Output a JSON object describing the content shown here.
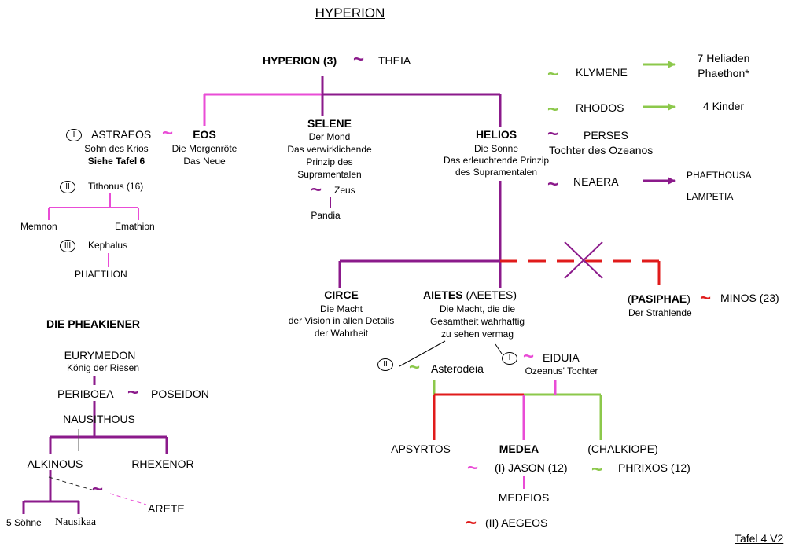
{
  "colors": {
    "purple": "#8b1a8b",
    "magenta": "#e94cd6",
    "green": "#8cc84b",
    "red": "#e01b1b"
  },
  "title": "HYPERION",
  "tilde": "~",
  "top": {
    "hyperion": "HYPERION (3)",
    "theia": "THEIA"
  },
  "eos": {
    "name": "EOS",
    "desc1": "Die Morgenröte",
    "desc2": "Das Neue"
  },
  "selene": {
    "name": "SELENE",
    "d1": "Der Mond",
    "d2": "Das verwirklichende",
    "d3": "Prinzip des",
    "d4": "Supramentalen",
    "zeus": "Zeus",
    "pandia": "Pandia"
  },
  "helios": {
    "name": "HELIOS",
    "d1": "Die Sonne",
    "d2": "Das erleuchtende Prinzip",
    "d3": "des Supramentalen"
  },
  "astraeos": {
    "roman": "I",
    "name": "ASTRAEOS",
    "d1": "Sohn des Krios",
    "d2": "Siehe Tafel 6"
  },
  "tithonus": {
    "roman": "II",
    "name": "Tithonus (16)",
    "c1": "Memnon",
    "c2": "Emathion"
  },
  "kephalus": {
    "roman": "III",
    "name": "Kephalus",
    "child": "PHAETHON"
  },
  "wives": {
    "klymene": "KLYMENE",
    "klymene_c1": "7 Heliaden",
    "klymene_c2": "Phaethon*",
    "rhodos": "RHODOS",
    "rhodos_c": "4 Kinder",
    "perses": "PERSES",
    "perses_d": "Tochter des Ozeanos",
    "neaera": "NEAERA",
    "neaera_c1": "PHAETHOUSA",
    "neaera_c2": "LAMPETIA"
  },
  "circe": {
    "name": "CIRCE",
    "d1": "Die Macht",
    "d2": "der Vision in allen Details",
    "d3": "der Wahrheit"
  },
  "aietes": {
    "name": "AIETES",
    "alt": "(AEETES)",
    "d1": "Die Macht, die die",
    "d2": "Gesamtheit wahrhaftig",
    "d3": "zu sehen vermag"
  },
  "pasiphae": {
    "open": "(",
    "name": "PASIPHAE",
    "close": ")",
    "minos": "MINOS (23)",
    "d": "Der Strahlende"
  },
  "asterodeia": {
    "roman": "II",
    "name": "Asterodeia"
  },
  "eiduia": {
    "roman": "I",
    "name": "EIDUIA",
    "d": "Ozeanus' Tochter"
  },
  "children": {
    "apsyrtos": "APSYRTOS",
    "medea": "MEDEA",
    "chalkiope": "(CHALKIOPE)"
  },
  "jason": "(I) JASON (12)",
  "phrixos": "PHRIXOS (12)",
  "medeios": "MEDEIOS",
  "aegeos": "(II) AEGEOS",
  "phaeakier": {
    "heading": "DIE PHEAKIENER",
    "eurymedon": "EURYMEDON",
    "eurymedon_d": "König der Riesen",
    "periboea": "PERIBOEA",
    "poseidon": "POSEIDON",
    "nausithous": "NAUSITHOUS",
    "alkinous": "ALKINOUS",
    "rhexenor": "RHEXENOR",
    "arete": "ARETE",
    "soehne": "5 Söhne",
    "nausikaa": "Nausikaa"
  },
  "tafel": "Tafel 4 V2"
}
